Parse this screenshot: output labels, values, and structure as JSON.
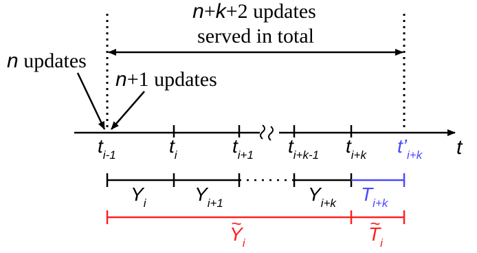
{
  "top_annotation": {
    "line1": {
      "var_n": "n",
      "plus1": "+",
      "var_k": "k",
      "rest": "+2 updates"
    },
    "line2": "served in total"
  },
  "n_updates": {
    "var": "n",
    "text": " updates"
  },
  "n_plus_1_updates": {
    "var": "n",
    "text": "+1 updates"
  },
  "axis_label": "t",
  "time_points": [
    {
      "base": "t",
      "sub": "i-1"
    },
    {
      "base": "t",
      "sub": "i"
    },
    {
      "base": "t",
      "sub": "i+1"
    },
    {
      "base": "t",
      "sub": "i+k-1"
    },
    {
      "base": "t",
      "sub": "i+k"
    },
    {
      "base": "t’",
      "sub": "i+k"
    }
  ],
  "intervals_Y": [
    {
      "base": "Y",
      "sub": "i"
    },
    {
      "base": "Y",
      "sub": "i+1"
    },
    {
      "base": "Y",
      "sub": "i+k"
    }
  ],
  "interval_T": {
    "base": "T",
    "sub": "i+k"
  },
  "interval_Ytilde": {
    "tilde": "~",
    "base": "Y",
    "sub": "i"
  },
  "interval_Ttilde": {
    "tilde": "~",
    "base": "T",
    "sub": "i"
  },
  "colors": {
    "black": "#000000",
    "blue": "#4a4aff",
    "red": "#ff2020"
  }
}
